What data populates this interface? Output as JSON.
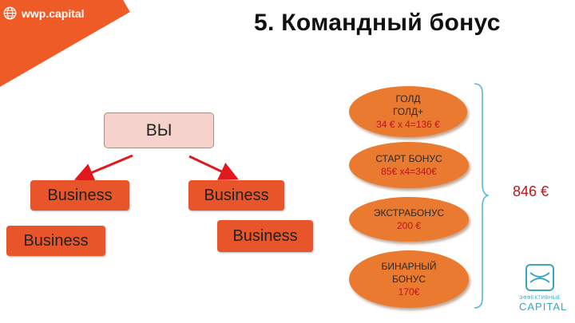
{
  "header": {
    "brand_text": "wwp.capital",
    "title": "5. Командный бонус"
  },
  "diagram": {
    "you_label": "ВЫ",
    "business_boxes": [
      "Business",
      "Business",
      "Business",
      "Business"
    ],
    "bonuses": [
      {
        "lines": [
          "ГОЛД",
          "ГОЛД+",
          "34 € x 4=136 €"
        ]
      },
      {
        "lines": [
          "СТАРТ БОНУС",
          "85€ x4=340€"
        ]
      },
      {
        "lines": [
          "ЭКСТРАБОНУС",
          "200 €"
        ]
      },
      {
        "lines": [
          "БИНАРНЫЙ",
          "БОНУС",
          "170€"
        ]
      }
    ],
    "total": "846 €"
  },
  "logo": {
    "small_text": "ЭФФЕКТИВНЫЕ",
    "big_text": "CAPITAL"
  },
  "colors": {
    "accent": "#ee5b27",
    "ellipse": "#e97a30",
    "total_red": "#c0141b",
    "brace": "#55b8d6"
  }
}
